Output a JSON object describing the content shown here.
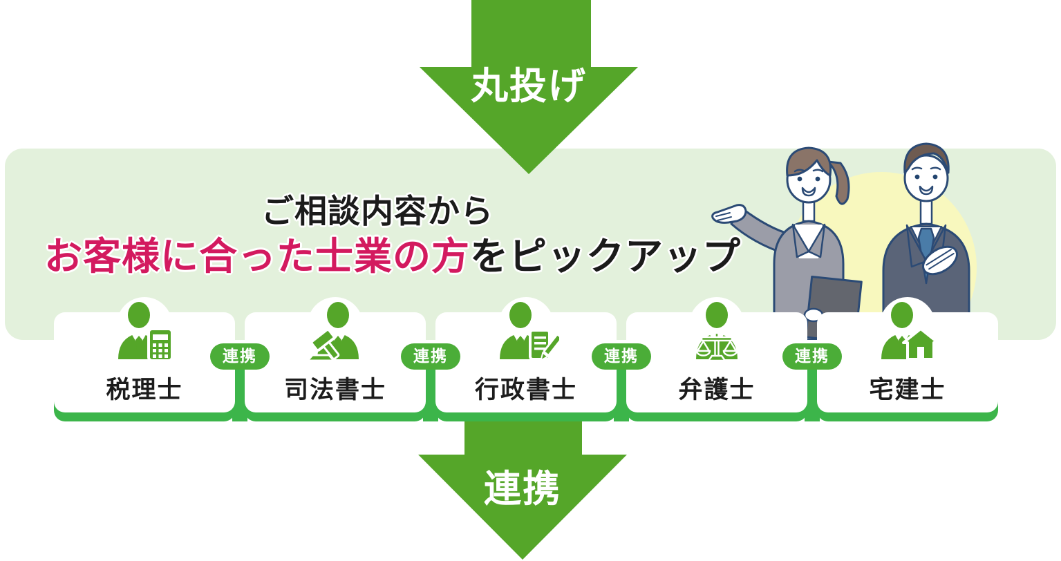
{
  "top_arrow": {
    "label": "丸投げ"
  },
  "panel": {
    "line1": "ご相談内容から",
    "line2_highlight": "お客様に合った士業の方",
    "line2_rest": "をピックアップ"
  },
  "cards": [
    {
      "label": "税理士",
      "icon": "tax-accountant-person-calculator-icon"
    },
    {
      "label": "司法書士",
      "icon": "judicial-scrivener-person-gavel-icon"
    },
    {
      "label": "行政書士",
      "icon": "administrative-scrivener-person-document-icon"
    },
    {
      "label": "弁護士",
      "icon": "lawyer-person-scales-icon"
    },
    {
      "label": "宅建士",
      "icon": "realtor-person-house-icon"
    }
  ],
  "badges": [
    {
      "label": "連携"
    },
    {
      "label": "連携"
    },
    {
      "label": "連携"
    },
    {
      "label": "連携"
    }
  ],
  "bottom_arrow": {
    "label": "連携"
  },
  "colors": {
    "arrow_green": "#55A629",
    "icon_green": "#55A629",
    "card_shadow_green": "#3CB54A",
    "badge_green": "#4BAD38",
    "panel_light_green": "#E3F1DC",
    "highlight_pink": "#D31A5F",
    "headline_black": "#1b1b1b",
    "spot_yellow": "#F8F8BE"
  }
}
